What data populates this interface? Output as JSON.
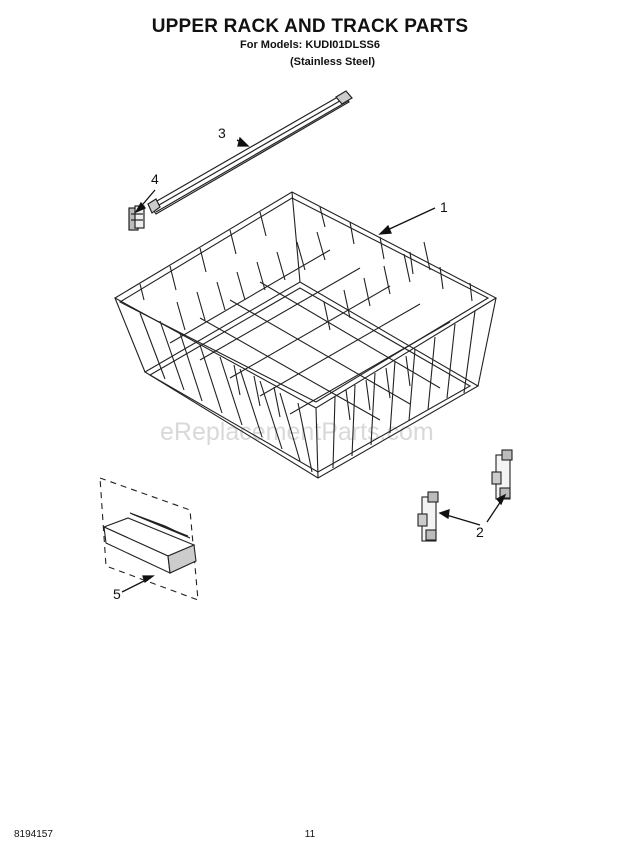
{
  "header": {
    "title": "UPPER RACK AND TRACK PARTS",
    "models_line": "For Models: KUDI01DLSS6",
    "finish_line": "(Stainless Steel)"
  },
  "callouts": {
    "c1": "1",
    "c2": "2",
    "c3": "3",
    "c4": "4",
    "c5": "5"
  },
  "watermark": "eReplacementParts.com",
  "footer": {
    "doc_number": "8194157",
    "page_number": "11"
  }
}
